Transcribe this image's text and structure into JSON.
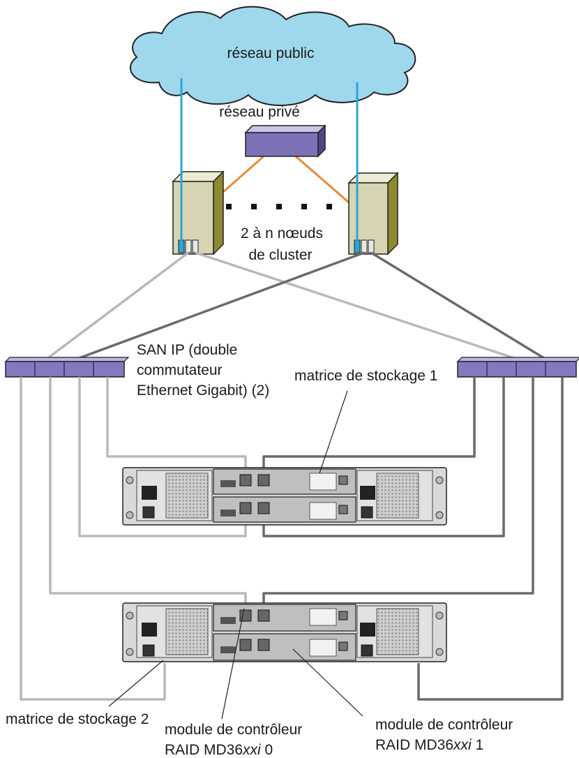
{
  "labels": {
    "public_network": "réseau public",
    "private_network": "réseau privé",
    "cluster_nodes_line1": "2 à n nœuds",
    "cluster_nodes_line2": "de cluster",
    "san_line1": "SAN IP (double",
    "san_line2": "commutateur",
    "san_line3": "Ethernet Gigabit) (2)",
    "storage_array_1": "matrice de stockage 1",
    "storage_array_2": "matrice de stockage 2",
    "controller0_line1": "module de contrôleur",
    "controller0_line2_prefix": "RAID MD36",
    "controller0_line2_italic": "xxi",
    "controller0_line2_suffix": " 0",
    "controller1_line1": "module de contrôleur",
    "controller1_line2_prefix": "RAID MD36",
    "controller1_line2_italic": "xxi",
    "controller1_line2_suffix": " 1"
  },
  "colors": {
    "cloud_fill": "#9fd8ec",
    "public_link": "#2aa6d6",
    "private_link": "#e8893a",
    "private_switch": "#7d71b8",
    "node_body": "#d6d4b2",
    "node_side": "#8d8a30",
    "san_switch": "#8578bf",
    "cable_light": "#b9b9b9",
    "cable_dark": "#6a6a6a",
    "array_body": "#d9d9d9"
  }
}
